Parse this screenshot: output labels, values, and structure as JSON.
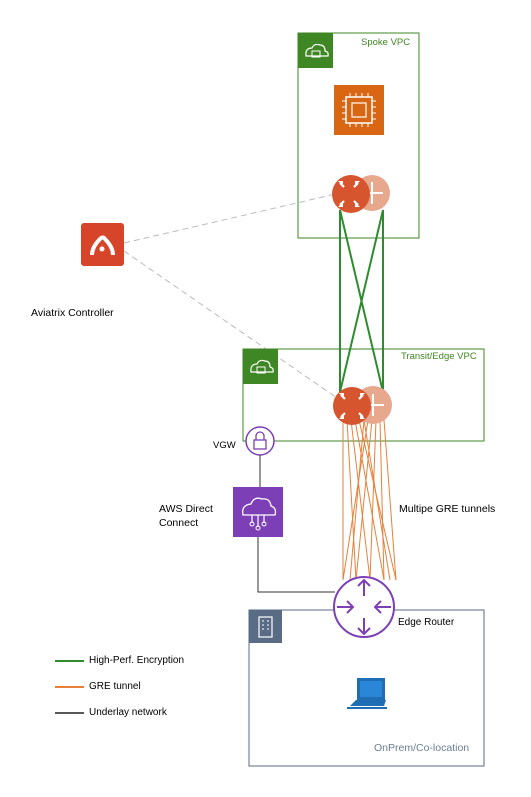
{
  "labels": {
    "spoke_vpc": "Spoke VPC",
    "transit_vpc": "Transit/Edge VPC",
    "controller": "Aviatrix Controller",
    "vgw": "VGW",
    "direct_connect": "AWS Direct Connect",
    "gre_tunnels": "Multipe GRE tunnels",
    "edge_router": "Edge Router",
    "onprem": "OnPrem/Co-location"
  },
  "legend": [
    {
      "label": "High-Perf. Encryption",
      "color": "#2e8b2e"
    },
    {
      "label": "GRE tunnel",
      "color": "#e8803a"
    },
    {
      "label": "Underlay network",
      "color": "#222222"
    }
  ],
  "colors": {
    "vpc_green": "#3f8624",
    "aws_orange": "#d86613",
    "aviatrix_red": "#d6452a",
    "gateway_red": "#d6542e",
    "gateway_light": "#e8a88e",
    "aws_purple": "#7c3fb5",
    "onprem_slate": "#5a6b86"
  },
  "icons": [
    "cloud-lock-icon",
    "ec2-instance-icon",
    "aviatrix-logo-icon",
    "router-icon",
    "vpn-gateway-icon",
    "direct-connect-icon",
    "building-icon",
    "server-icon"
  ]
}
